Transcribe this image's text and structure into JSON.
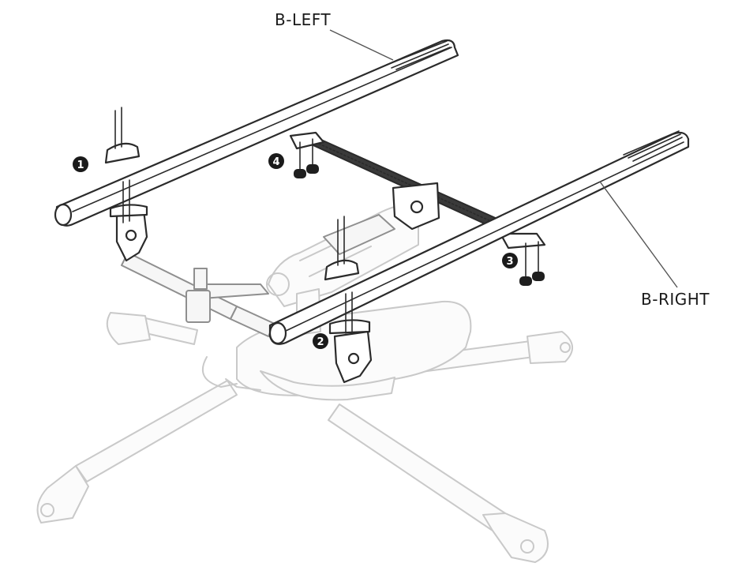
{
  "labels": {
    "left_rail": "B-LEFT",
    "right_rail": "B-RIGHT"
  },
  "steps": [
    "1",
    "2",
    "3",
    "4"
  ],
  "colors": {
    "ink": "#2b2b2b",
    "faint_frame": "#c9c9c9",
    "marker_fill": "#1a1a1a",
    "crossbar": "#3a3a3a"
  }
}
